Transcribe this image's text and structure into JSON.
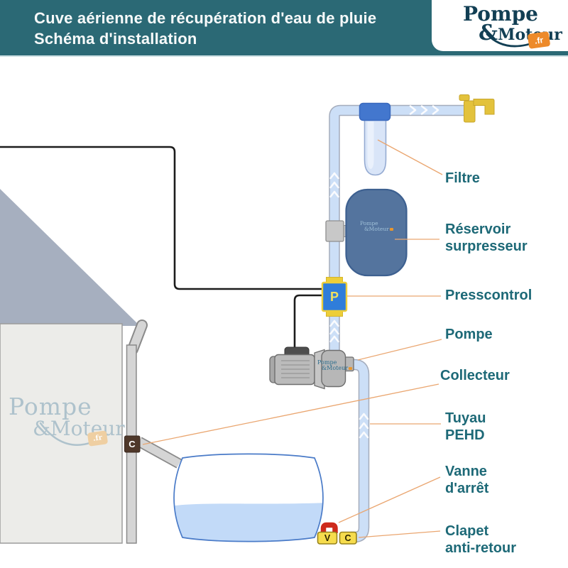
{
  "header": {
    "title_line1": "Cuve aérienne de récupération d'eau de pluie",
    "title_line2": "Schéma d'installation"
  },
  "logo": {
    "word1": "Pompe",
    "amp": "&",
    "word2": "Moteur",
    "tld": ".fr"
  },
  "labels": {
    "filtre": "Filtre",
    "reservoir_line1": "Réservoir",
    "reservoir_line2": "surpresseur",
    "presscontrol": "Presscontrol",
    "pompe": "Pompe",
    "collecteur": "Collecteur",
    "tuyau_line1": "Tuyau",
    "tuyau_line2": "PEHD",
    "vanne_line1": "Vanne",
    "vanne_line2": "d'arrêt",
    "clapet_line1": "Clapet",
    "clapet_line2": "anti-retour"
  },
  "components": {
    "presscontrol_letter": "P",
    "collector_letter": "C",
    "shutoff_valve_letter": "V",
    "check_valve_letter": "C"
  },
  "watermark_house": {
    "word1": "Pompe",
    "word2": "&Moteur",
    "tld": ".fr"
  },
  "watermark_pump": {
    "word1": "Pompe",
    "word2": "&Moteur"
  },
  "watermark_reservoir": {
    "word1": "Pompe",
    "word2": "&Moteur"
  },
  "colors": {
    "header_teal": "#2B6975",
    "label_teal": "#1D6977",
    "leader_orange": "#EAA670",
    "pipe_fill": "#CCDFF7",
    "pipe_border": "#A4ACBC",
    "filter_cap_blue": "#4377CE",
    "pressure_tank_blue": "#54749E",
    "presscontrol_blue": "#2F7DDA",
    "fitting_yellow": "#EDCE39",
    "valve_yellow": "#F6DC4D",
    "valve_red": "#CE2A1C",
    "collector_brown": "#4F382A",
    "tank_outline_blue": "#4A7BC8",
    "water_blue": "#C2DAF8",
    "roof_gray": "#A6AFBF",
    "wall_gray": "#ECECE9",
    "faucet_gold": "#E3C23C",
    "logo_navy": "#123F54",
    "logo_orange": "#ED8A2A"
  }
}
